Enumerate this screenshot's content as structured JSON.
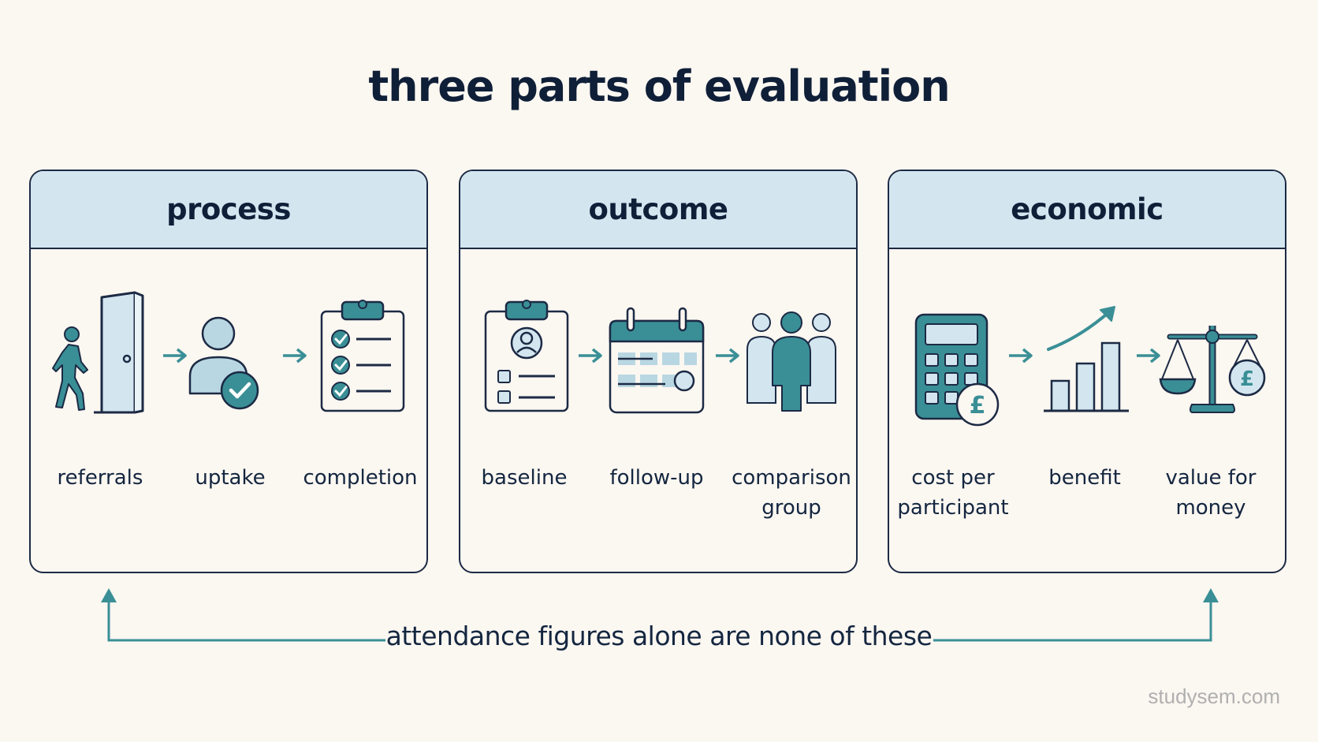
{
  "title": "three parts of evaluation",
  "colors": {
    "teal": "#3a8f96",
    "navy": "#1c2a44",
    "light_blue": "#d3e6f0",
    "background": "#fbf7f1"
  },
  "panels": [
    {
      "heading": "process",
      "items": [
        {
          "label": "referrals",
          "icon": "person-walking-through-door-icon"
        },
        {
          "label": "uptake",
          "icon": "person-with-checkmark-icon"
        },
        {
          "label": "completion",
          "icon": "checklist-clipboard-icon"
        }
      ]
    },
    {
      "heading": "outcome",
      "items": [
        {
          "label": "baseline",
          "icon": "profile-clipboard-icon"
        },
        {
          "label": "follow-up",
          "icon": "calendar-icon"
        },
        {
          "label": "comparison\ngroup",
          "icon": "group-of-people-icon"
        }
      ]
    },
    {
      "heading": "economic",
      "items": [
        {
          "label": "cost per\nparticipant",
          "icon": "calculator-pound-icon"
        },
        {
          "label": "benefit",
          "icon": "rising-bar-chart-icon"
        },
        {
          "label": "value for\nmoney",
          "icon": "balance-scale-pound-icon"
        }
      ]
    }
  ],
  "footer": "attendance figures alone are none of these",
  "watermark": "studysem.com"
}
